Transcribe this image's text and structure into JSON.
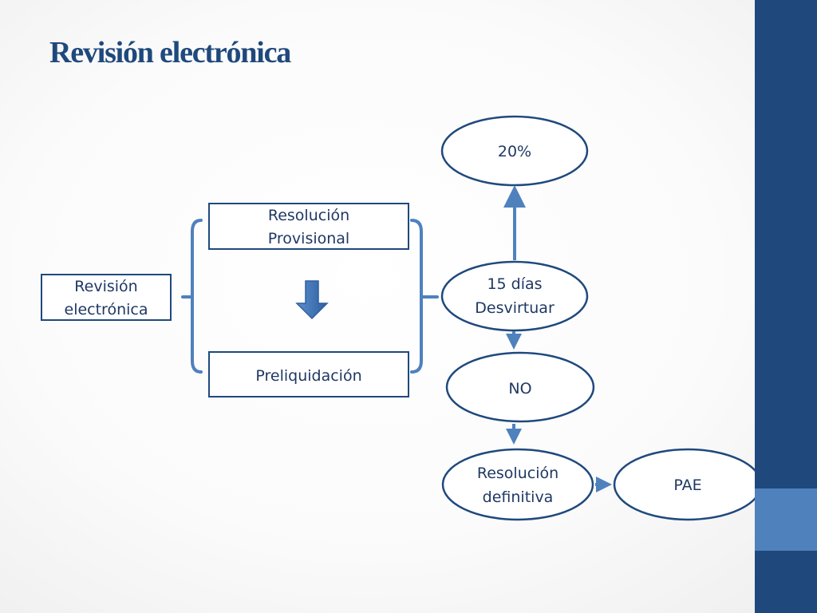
{
  "title": "Revisión electrónica",
  "nodes": {
    "revision": [
      "Revisión",
      "electrónica"
    ],
    "resolucion_provisional": [
      "Resolución",
      "Provisional"
    ],
    "preliquidacion": [
      "Preliquidación"
    ],
    "veinte": [
      "20%"
    ],
    "quince_dias": [
      "15 días",
      "Desvirtuar"
    ],
    "no": [
      "NO"
    ],
    "resolucion_definitiva": [
      "Resolución",
      "definitiva"
    ],
    "pae": [
      "PAE"
    ]
  },
  "colors": {
    "title": "#1f497d",
    "sidebar": "#1f497d",
    "sidebar_accent": "#4f81bd",
    "shape_stroke": "#1f497d",
    "connector": "#4f81bd",
    "text": "#1f3864"
  }
}
